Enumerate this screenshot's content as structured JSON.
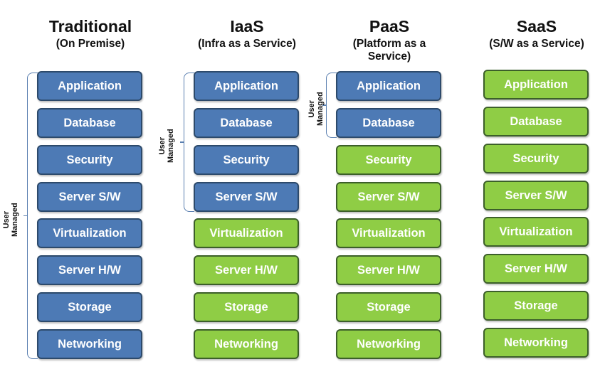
{
  "columns": [
    {
      "title": "Traditional",
      "subtitle": "(On Premise)"
    },
    {
      "title": "IaaS",
      "subtitle": "(Infra as a Service)"
    },
    {
      "title": "PaaS",
      "subtitle": "(Platform as a Service)"
    },
    {
      "title": "SaaS",
      "subtitle": "(S/W as a Service)"
    }
  ],
  "layers": [
    "Application",
    "Database",
    "Security",
    "Server S/W",
    "Virtualization",
    "Server H/W",
    "Storage",
    "Networking"
  ],
  "user_managed_counts": [
    8,
    4,
    2,
    0
  ],
  "bracket_label_line1": "User",
  "bracket_label_line2": "Managed",
  "colors": {
    "user_managed": "#4d7ab5",
    "vendor_managed": "#8fcd45"
  }
}
